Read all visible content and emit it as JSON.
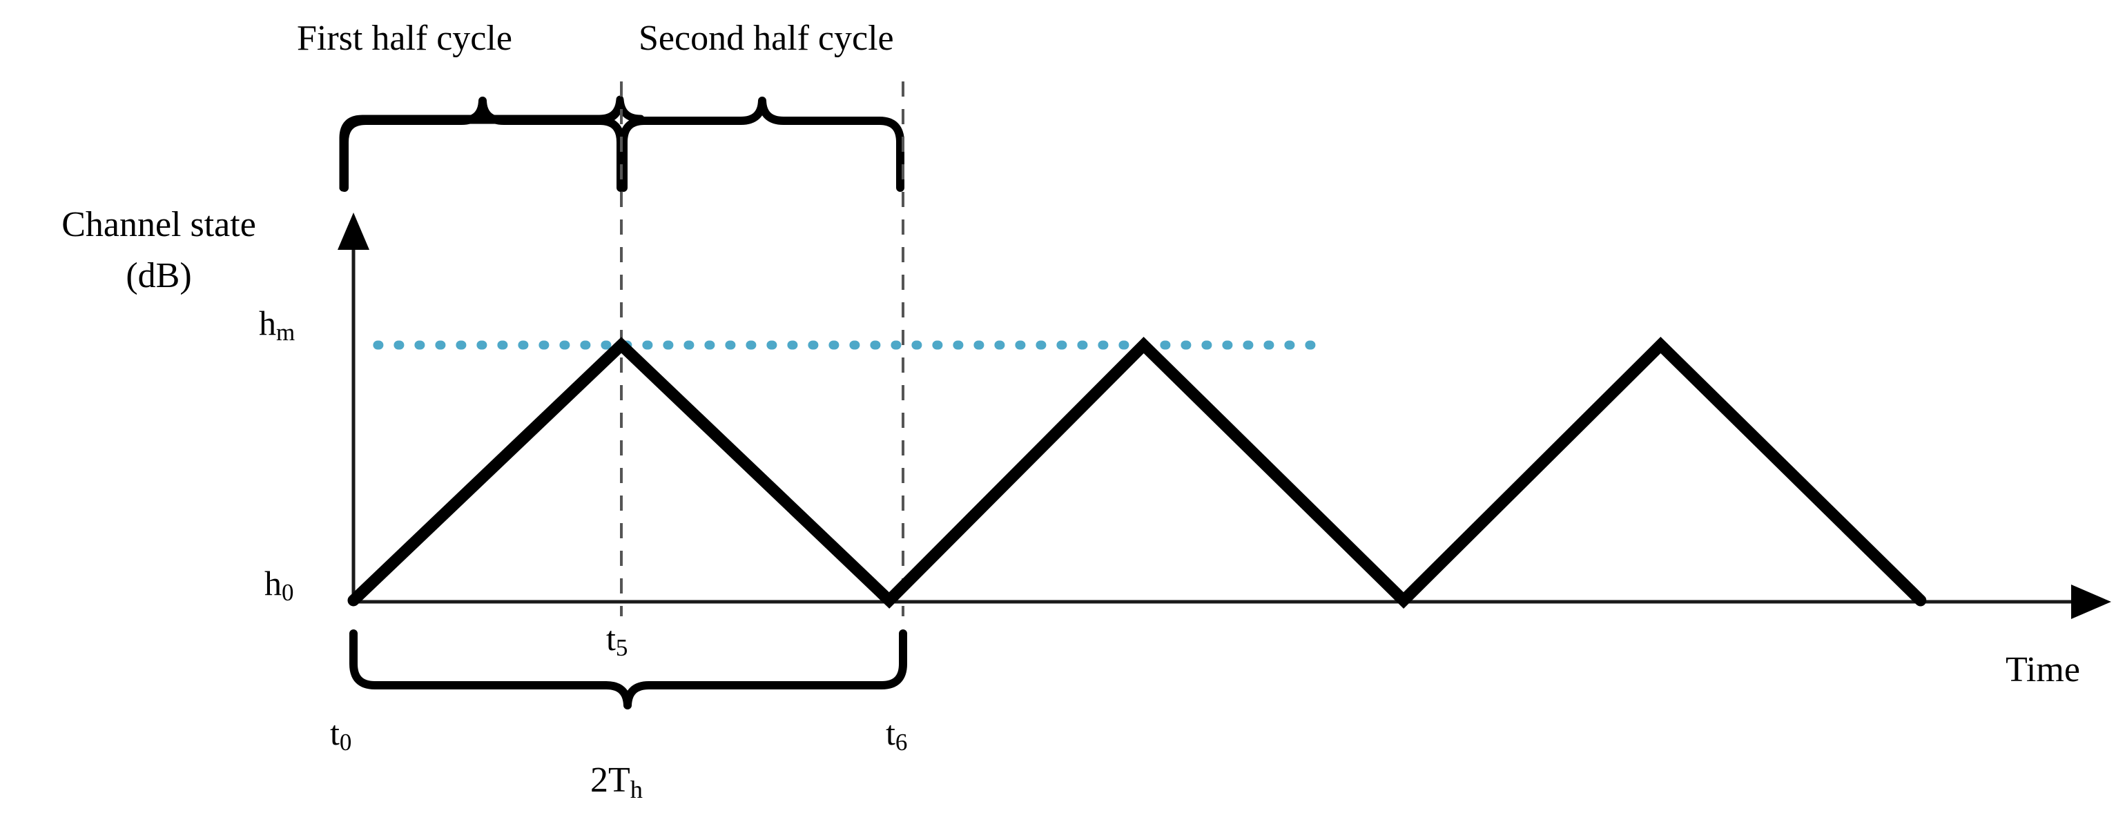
{
  "figure": {
    "title_axis_y_line1": "Channel state",
    "title_axis_y_line2": "(dB)",
    "title_axis_x": "Time"
  },
  "annotations": {
    "first_half_cycle": "First half cycle",
    "second_half_cycle": "Second half cycle",
    "period_label_main": "2T",
    "period_label_sub": "h"
  },
  "axis_labels": {
    "h_max_main": "h",
    "h_max_sub": "m",
    "h_min_main": "h",
    "h_min_sub": "0",
    "t_start_main": "t",
    "t_start_sub": "0",
    "t_mid_main": "t",
    "t_mid_sub": "5",
    "t_end_main": "t",
    "t_end_sub": "6"
  },
  "colors": {
    "threshold_line": "#4EA8C8",
    "waveform": "#000000",
    "axis": "#1a1a1a",
    "guide_dashed": "#555555",
    "background": "#ffffff"
  },
  "chart_data": {
    "type": "line",
    "title": "",
    "xlabel": "Time",
    "ylabel": "Channel state (dB)",
    "ylim": [
      0,
      1
    ],
    "xlim": [
      0,
      6.4
    ],
    "grid": false,
    "legend": "none",
    "ytick_labels": [
      "h0",
      "hm"
    ],
    "ytick_values": [
      0,
      1
    ],
    "xtick_labels": [
      "t0",
      "t5",
      "t6"
    ],
    "xtick_values": [
      0,
      1,
      2
    ],
    "series": [
      {
        "name": "channel-state",
        "kind": "triangular-wave",
        "x": [
          0,
          1,
          2,
          2.95,
          3.92,
          4.88,
          5.85
        ],
        "y": [
          0,
          1,
          0,
          1,
          0,
          1,
          0
        ]
      },
      {
        "name": "h-max-threshold",
        "kind": "horizontal-dotted",
        "y": 1,
        "x_start": 0.09,
        "x_end": 3.62
      }
    ],
    "vertical_guides": [
      1,
      2
    ],
    "braces": [
      {
        "label": "First half cycle",
        "from": 0,
        "to": 1,
        "side": "top"
      },
      {
        "label": "Second half cycle",
        "from": 1,
        "to": 2,
        "side": "top"
      },
      {
        "label": "2Th",
        "from": 0,
        "to": 2,
        "side": "bottom"
      }
    ]
  }
}
